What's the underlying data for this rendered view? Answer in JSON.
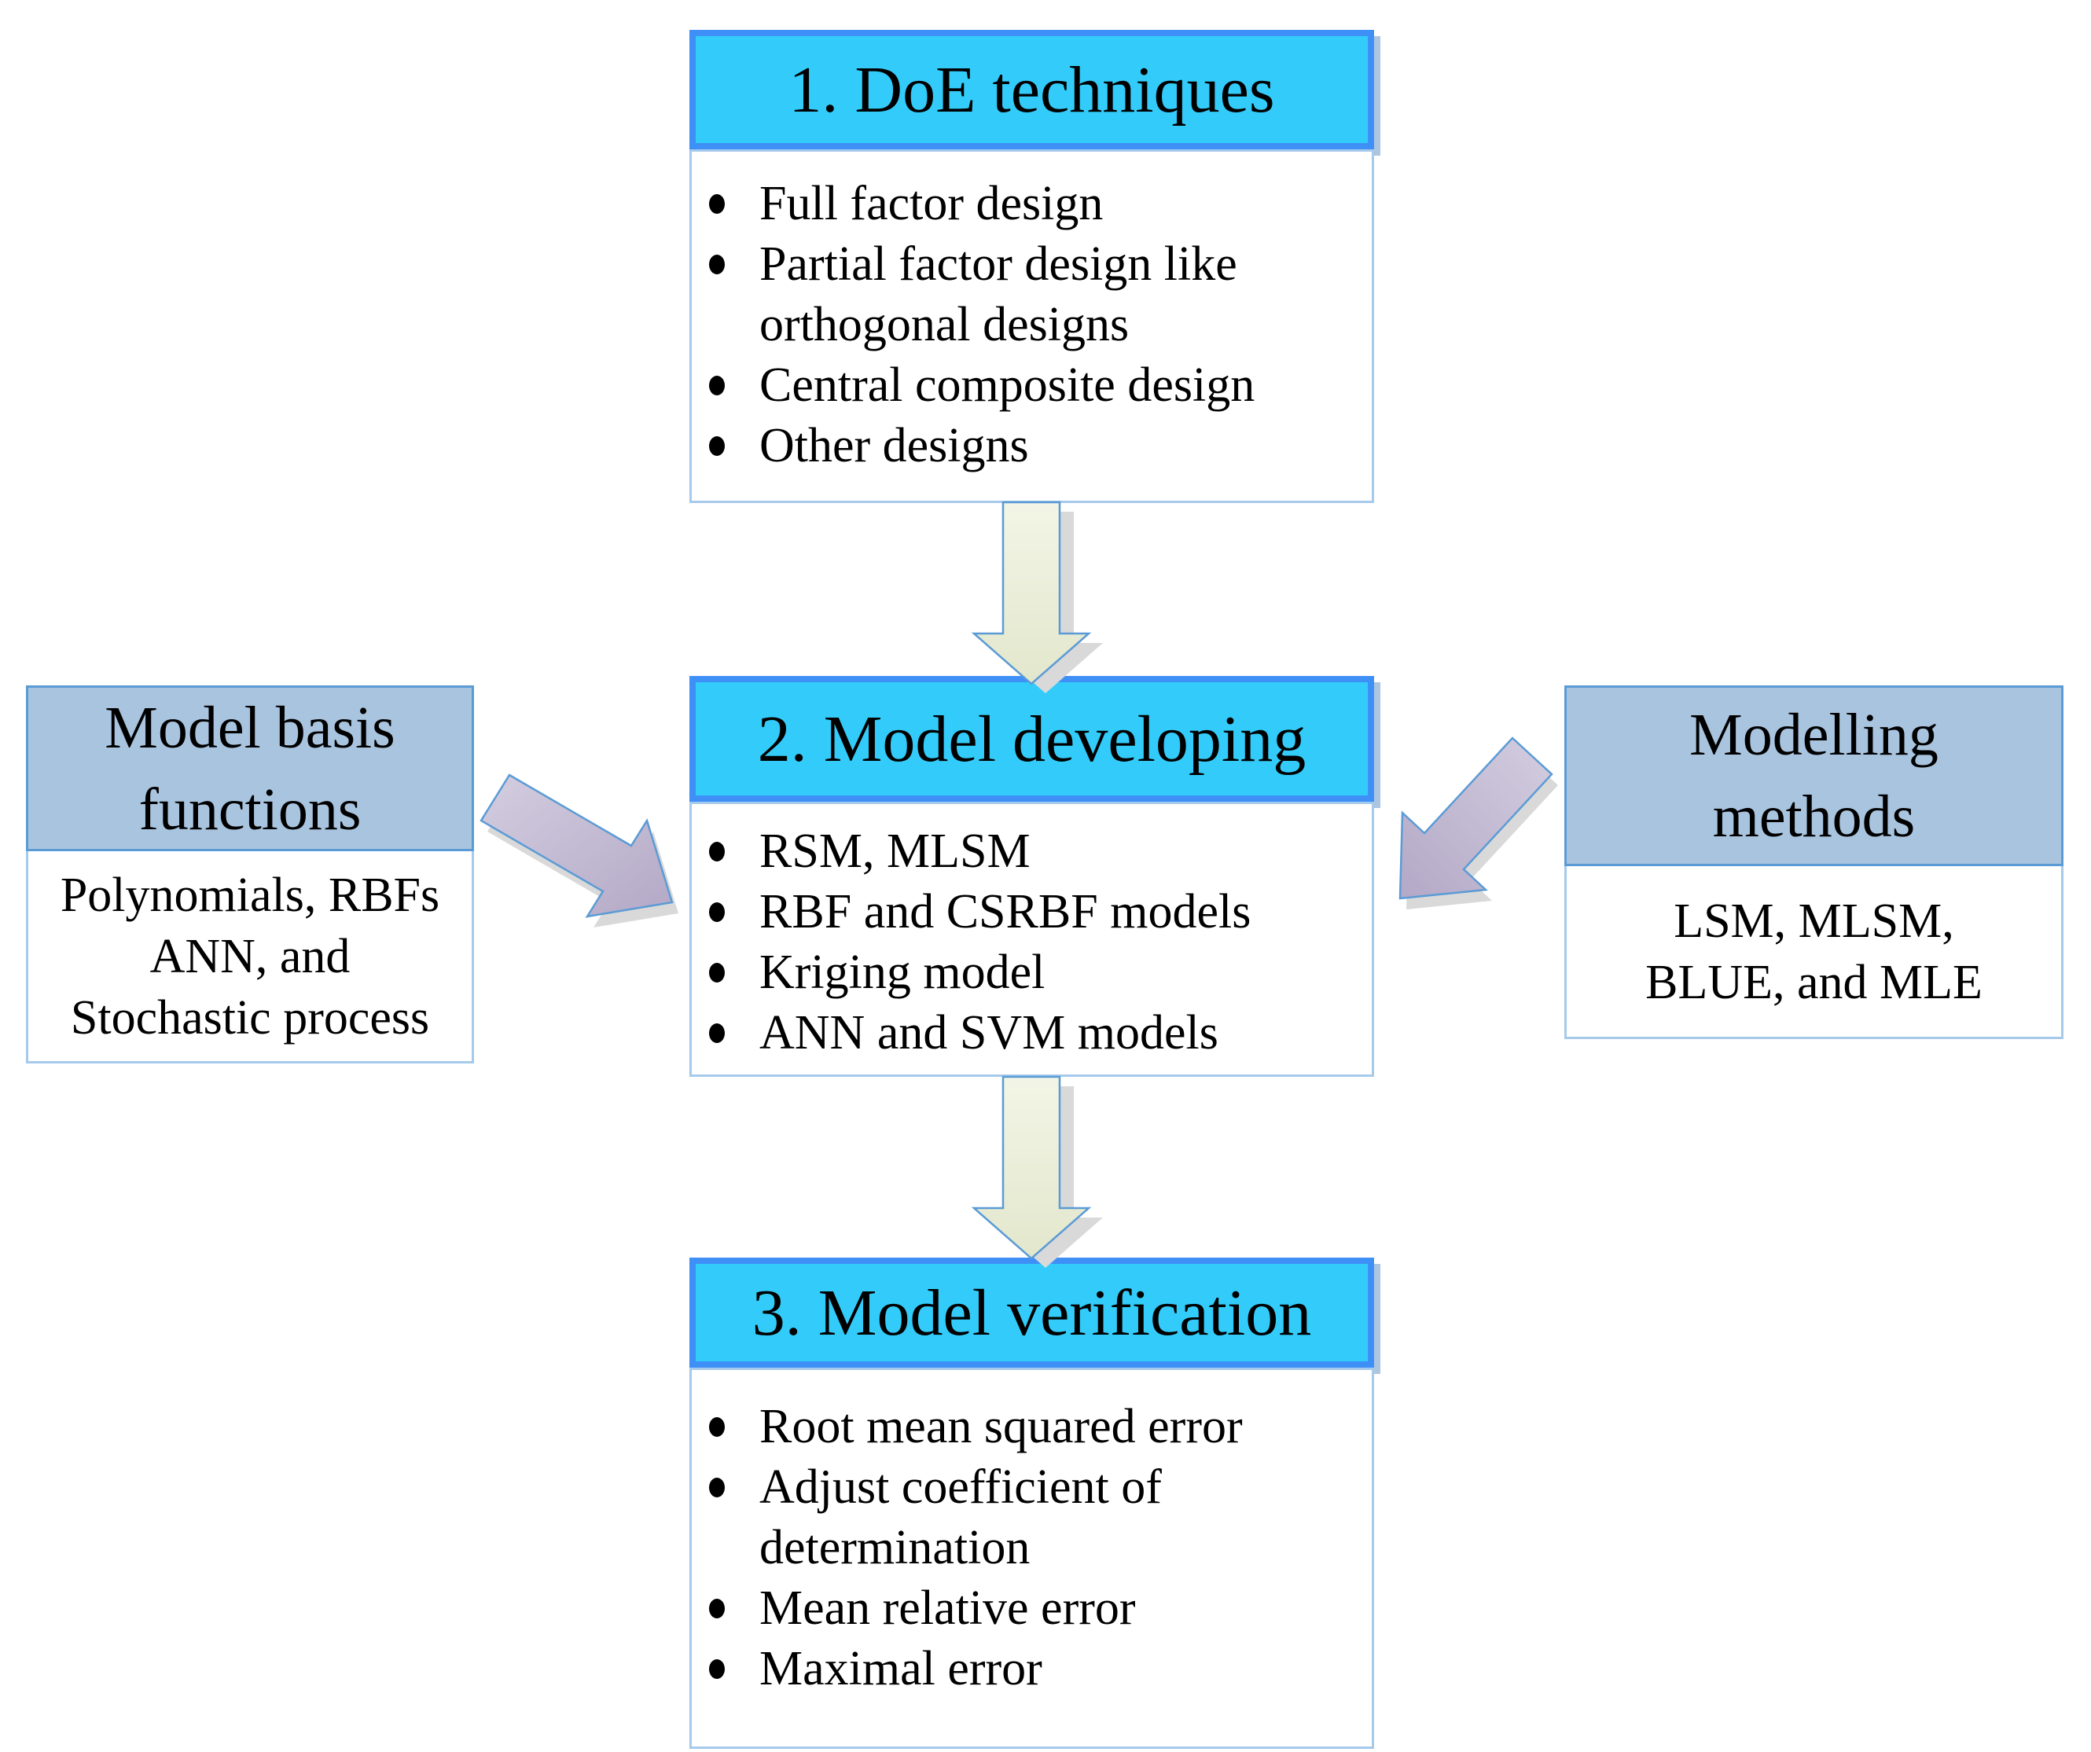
{
  "colors": {
    "header_cyan": "#33CCFA",
    "header_cyan_border": "#3E90F7",
    "panel_blue": "#A9C4DF",
    "panel_border": "#5B9BD5",
    "body_border": "#A6CAEC",
    "down_arrow_top": "#F3F5E6",
    "down_arrow_bottom": "#E2E7CC",
    "diag_arrow_light": "#D4CEE0",
    "diag_arrow_dark": "#B3A8C6",
    "arrow_outline": "#5B9BD5",
    "shadow_gray": "#D9D9D9",
    "text_color": "#000000"
  },
  "steps": {
    "doe": {
      "title": "1. DoE techniques",
      "items": [
        "Full factor design",
        "Partial factor design like orthogonal designs",
        "Central composite design",
        "Other designs"
      ]
    },
    "developing": {
      "title": "2. Model developing",
      "items": [
        "RSM, MLSM",
        "RBF and CSRBF models",
        "Kriging model",
        "ANN and SVM models"
      ]
    },
    "verification": {
      "title": "3. Model verification",
      "items": [
        "Root mean squared error",
        "Adjust coefficient of determination",
        "Mean relative error",
        "Maximal error"
      ]
    }
  },
  "side_panels": {
    "basis": {
      "title_lines": [
        "Model basis",
        "functions"
      ],
      "body_lines": [
        "Polynomials, RBFs",
        "ANN, and",
        "Stochastic process"
      ]
    },
    "methods": {
      "title_lines": [
        "Modelling",
        "methods"
      ],
      "body_lines": [
        "LSM, MLSM,",
        "BLUE, and MLE"
      ]
    }
  },
  "arrows": [
    {
      "name": "doe-to-developing",
      "direction": "down"
    },
    {
      "name": "developing-to-verification",
      "direction": "down"
    },
    {
      "name": "basis-to-developing",
      "direction": "down-right"
    },
    {
      "name": "methods-to-developing",
      "direction": "down-left"
    }
  ]
}
